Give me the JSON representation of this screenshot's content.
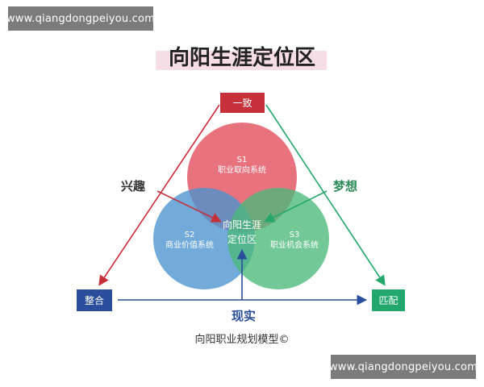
{
  "watermarks": {
    "top": "www.qiangdongpeiyou.com",
    "bottom": "www.qiangdongpeiyou.com"
  },
  "title": "向阳生涯定位区",
  "nodes": {
    "top": "一致",
    "left": "整合",
    "right": "匹配"
  },
  "edges": {
    "left": "兴趣",
    "right": "梦想",
    "bottom": "现实"
  },
  "circles": {
    "s1": {
      "code": "S1",
      "name": "职业取向系统"
    },
    "s2": {
      "code": "S2",
      "name": "商业价值系统"
    },
    "s3": {
      "code": "S3",
      "name": "职业机会系统"
    }
  },
  "center": {
    "line1": "向阳生涯",
    "line2": "定位区"
  },
  "caption": "向阳职业规划模型©",
  "colors": {
    "top": "#c6303a",
    "left": "#2a4e9c",
    "right": "#22a86c",
    "circle_red": "#e24a5a",
    "circle_blue": "#4a94d0",
    "circle_green": "#4ab87a"
  }
}
